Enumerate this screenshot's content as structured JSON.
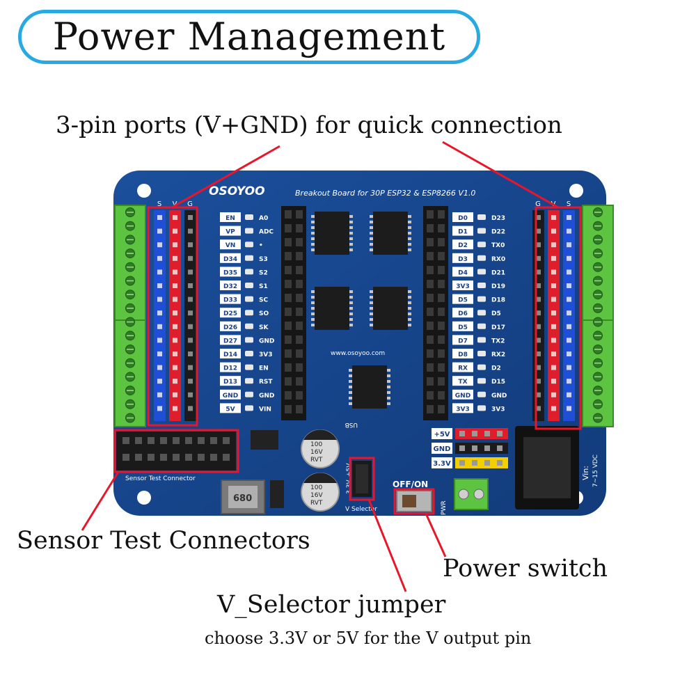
{
  "title": "Power Management",
  "callouts": {
    "pins_label": "3-pin ports (V+GND) for quick connection",
    "sensor_label": "Sensor Test Connectors",
    "switch_label": "Power switch",
    "selector_label": "V_Selector jumper",
    "selector_sub": "choose 3.3V or 5V for the V output pin"
  },
  "board": {
    "brand": "OSOYOO",
    "title": "Breakout Board for 30P ESP32 & ESP8266 V1.0",
    "website": "www.osoyoo.com",
    "usb": "USB",
    "left_header": [
      "S",
      "V",
      "G"
    ],
    "right_header": [
      "G",
      "V",
      "S"
    ],
    "left_pins": [
      [
        "EN",
        "A0"
      ],
      [
        "VP",
        "ADC"
      ],
      [
        "VN",
        "•"
      ],
      [
        "D34",
        "S3"
      ],
      [
        "D35",
        "S2"
      ],
      [
        "D32",
        "S1"
      ],
      [
        "D33",
        "SC"
      ],
      [
        "D25",
        "SO"
      ],
      [
        "D26",
        "SK"
      ],
      [
        "D27",
        "GND"
      ],
      [
        "D14",
        "3V3"
      ],
      [
        "D12",
        "EN"
      ],
      [
        "D13",
        "RST"
      ],
      [
        "GND",
        "GND"
      ],
      [
        "5V",
        "VIN"
      ]
    ],
    "right_pins": [
      [
        "D0",
        "D23"
      ],
      [
        "D1",
        "D22"
      ],
      [
        "D2",
        "TX0"
      ],
      [
        "D3",
        "RX0"
      ],
      [
        "D4",
        "D21"
      ],
      [
        "3V3",
        "D19"
      ],
      [
        "D5",
        "D18"
      ],
      [
        "D6",
        "D5"
      ],
      [
        "D5",
        "D17"
      ],
      [
        "D7",
        "TX2"
      ],
      [
        "D8",
        "RX2"
      ],
      [
        "RX",
        "D2"
      ],
      [
        "TX",
        "D15"
      ],
      [
        "GND",
        "GND"
      ],
      [
        "3V3",
        "3V3"
      ]
    ],
    "cap1": [
      "100",
      "16V",
      "RVT"
    ],
    "cap2": [
      "100",
      "16V",
      "RVT"
    ],
    "inductor": "680",
    "sensor_conn": "Sensor Test Connector",
    "selector_pins": [
      "3.3V",
      "+5V"
    ],
    "selector_text": "V Selector",
    "switch_text": "OFF/ON",
    "pwr": "PWR",
    "rail_labels": [
      "+5V",
      "GND",
      "3.3V"
    ],
    "vin": "Vin:",
    "vin_range": "7~15 VDC"
  }
}
